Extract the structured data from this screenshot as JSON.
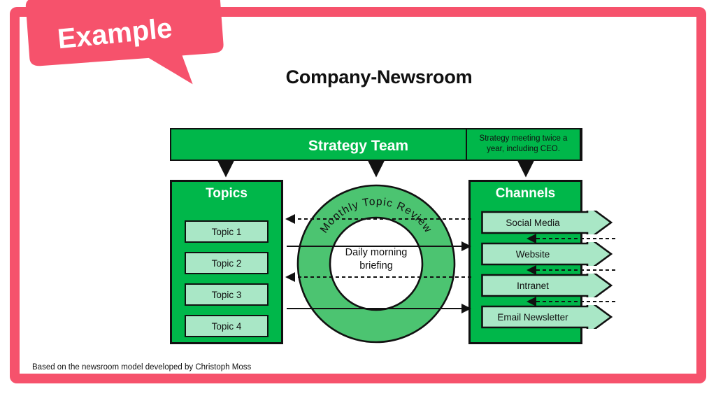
{
  "frame": {
    "accent_color": "#f6526c"
  },
  "ribbon": {
    "label": "Example",
    "color": "#f6526c",
    "text_color": "#ffffff"
  },
  "header": {
    "title": "Company-Newsroom"
  },
  "footer": {
    "credit": "Based on the newsroom model developed by Christoph Moss"
  },
  "diagram": {
    "colors": {
      "panel_green": "#00b74a",
      "ring_green": "#4cc471",
      "box_light_green": "#a9e7c6",
      "outline": "#111111"
    },
    "strategy": {
      "title": "Strategy Team",
      "note": "Strategy meeting twice a year, including CEO."
    },
    "topics": {
      "title": "Topics",
      "items": [
        {
          "label": "Topic 1"
        },
        {
          "label": "Topic 2"
        },
        {
          "label": "Topic 3"
        },
        {
          "label": "Topic 4"
        }
      ]
    },
    "channels": {
      "title": "Channels",
      "items": [
        {
          "label": "Social Media"
        },
        {
          "label": "Website"
        },
        {
          "label": "Intranet"
        },
        {
          "label": "Email Newsletter"
        }
      ]
    },
    "cycle": {
      "ring_label": "Monthly Topic Review",
      "ring_label_chars": [
        "M",
        "o",
        "n",
        "t",
        "h",
        "l",
        "y",
        " ",
        "T",
        "o",
        "p",
        "i",
        "c",
        " ",
        "R",
        "e",
        "v",
        "i",
        "e",
        "w"
      ],
      "center_line1": "Daily morning",
      "center_line2": "briefing"
    }
  }
}
